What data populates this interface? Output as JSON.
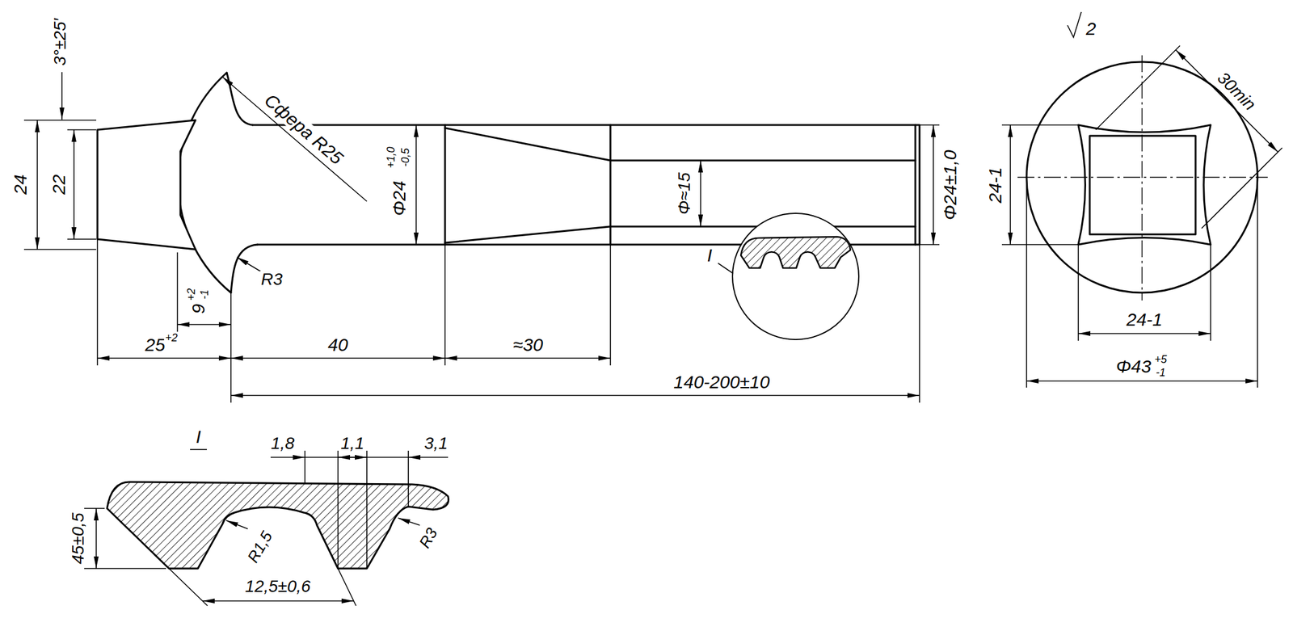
{
  "diagram": {
    "labels": [
      "3°±25′",
      "24",
      "22",
      "Сфера R25",
      "Φ24",
      "+1,0",
      "-0,5",
      "R3",
      "9",
      "+2",
      "-1",
      "25",
      "+2",
      "40",
      "≈30",
      "Φ≈15",
      "Φ24±1,0",
      "I",
      "140-200±10",
      "2",
      "30min",
      "24-1",
      "24-1",
      "Φ43",
      "+5",
      "-1",
      "I",
      "1,8",
      "1,1",
      "3,1",
      "45±0,5",
      "R1,5",
      "R3",
      "12,5±0,6"
    ]
  }
}
